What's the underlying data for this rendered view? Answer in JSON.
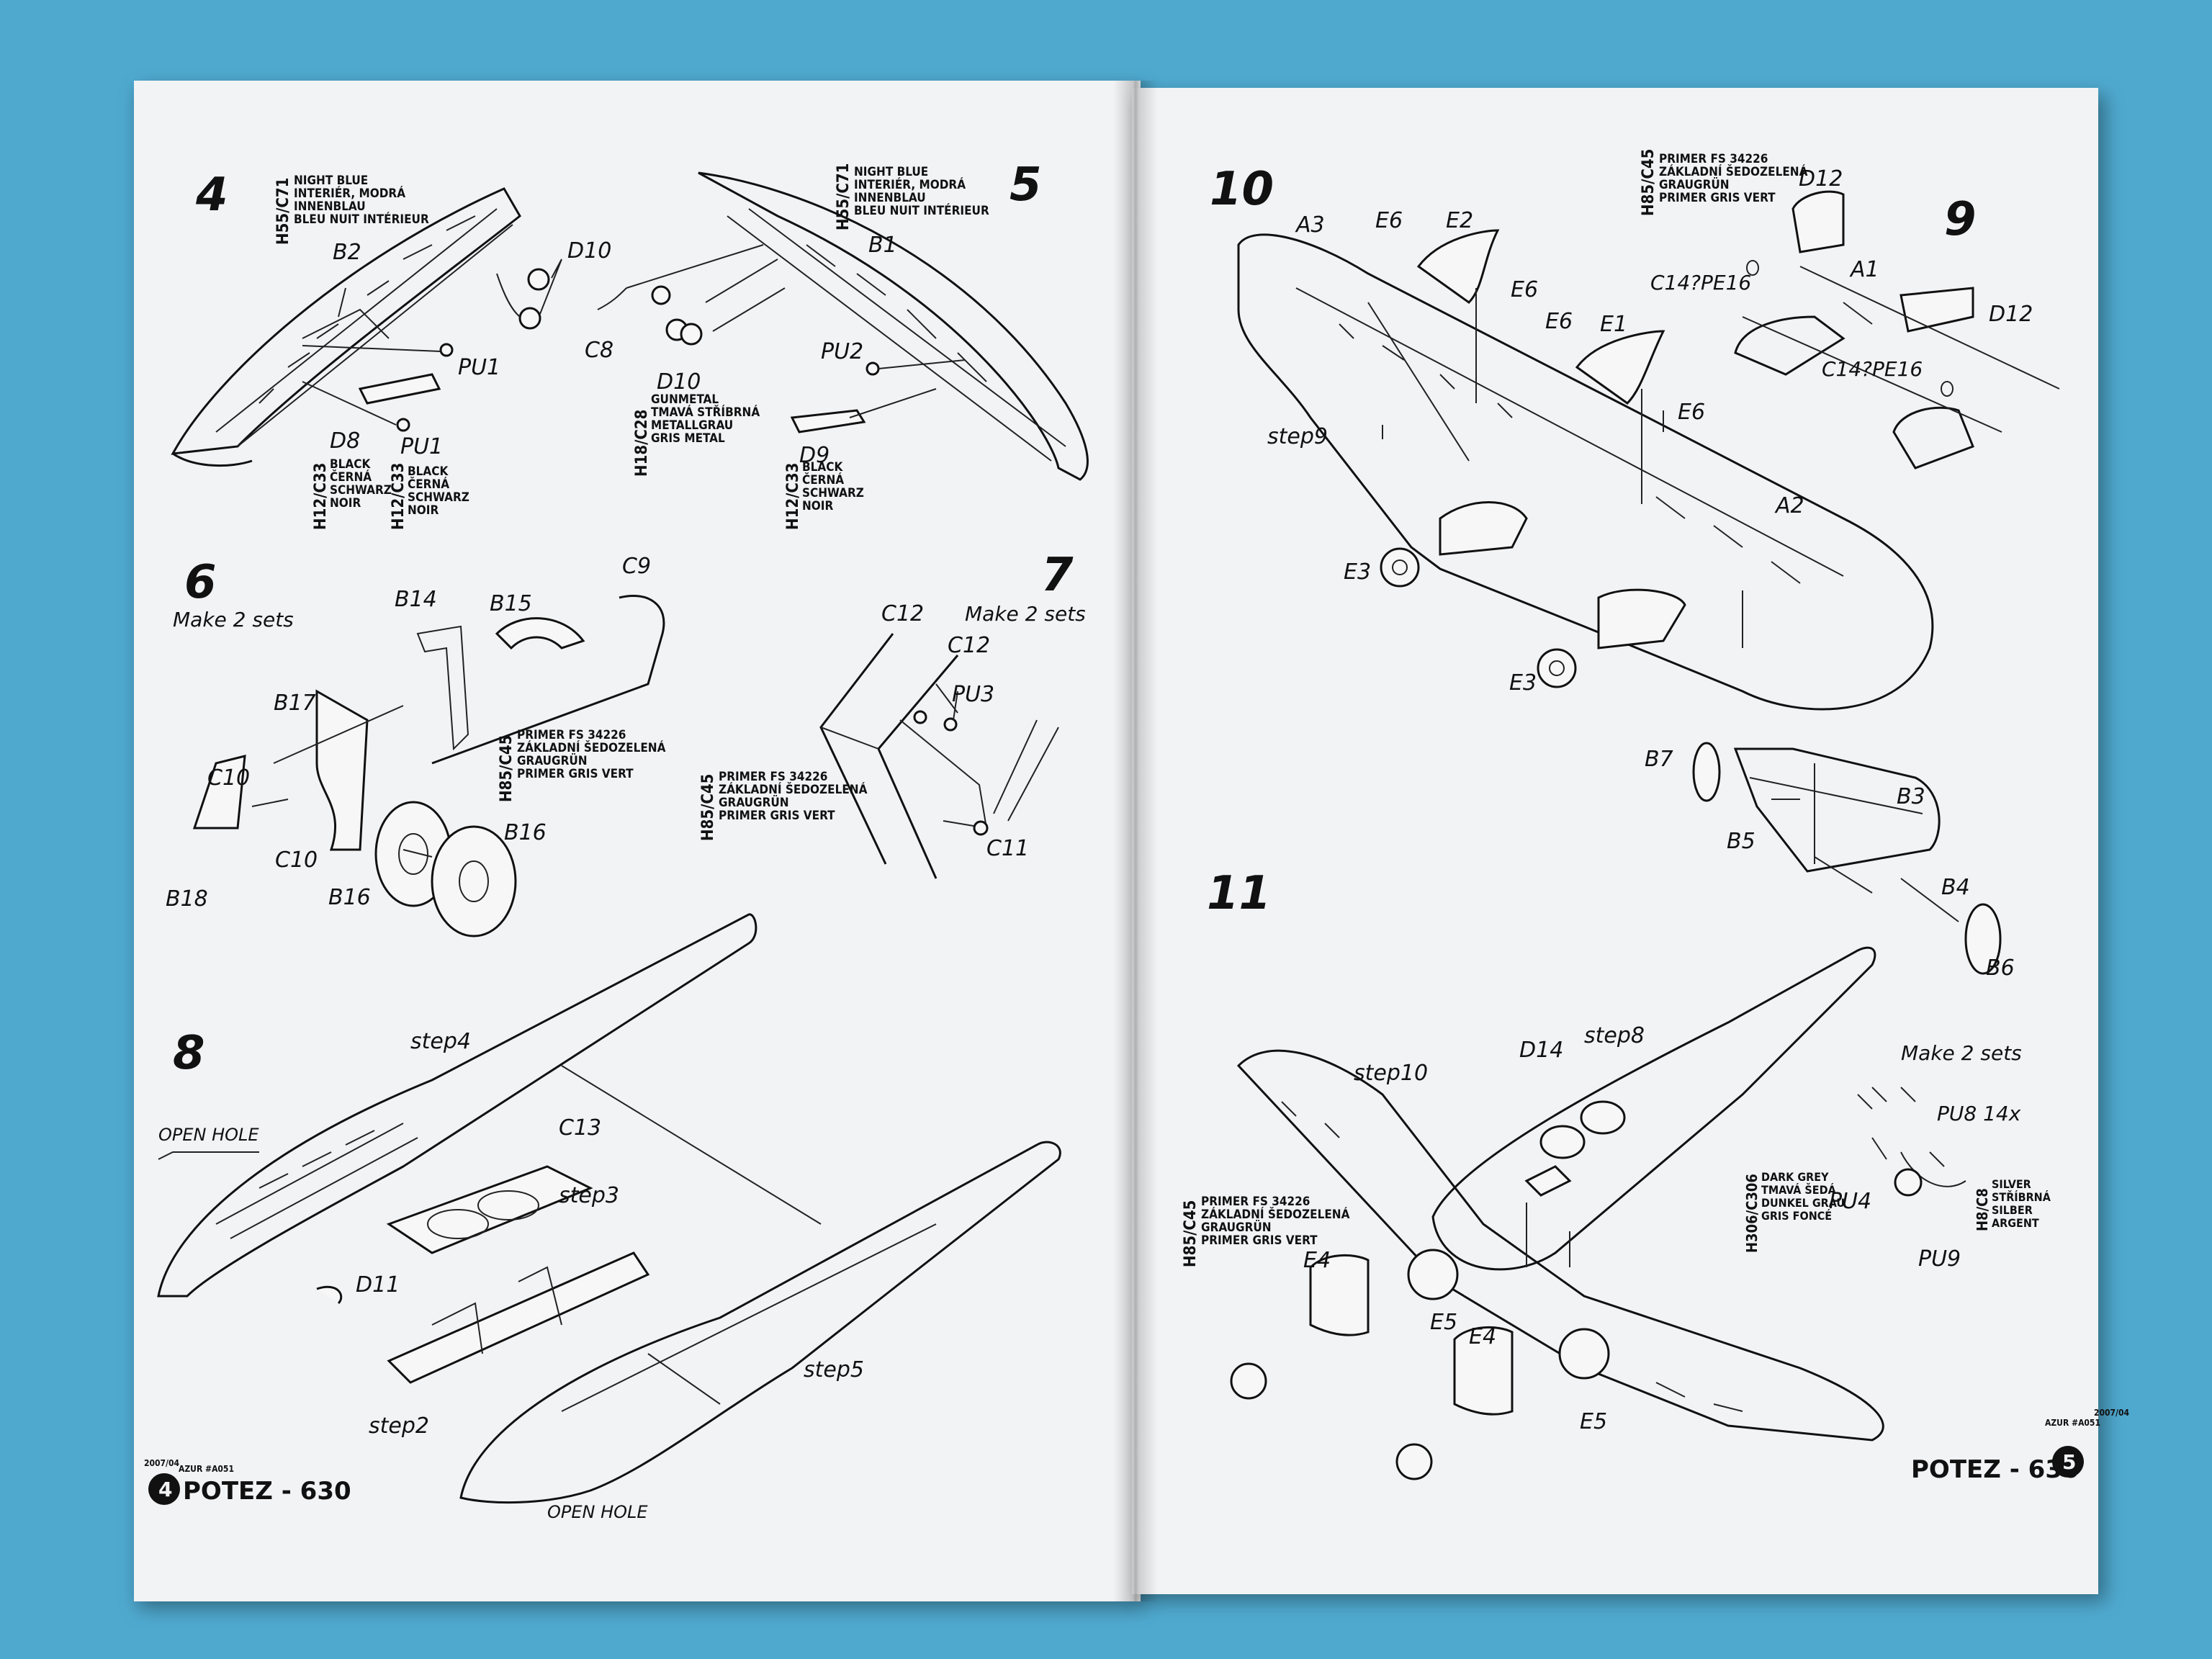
{
  "left_page": {
    "footer_number": "4",
    "footer_title": "POTEZ - 630",
    "footer_code": "AZUR #A051",
    "footer_date": "2007/04",
    "steps": [
      "4",
      "5",
      "6",
      "7",
      "8"
    ],
    "step6_note": "Make 2 sets",
    "step7_note": "Make 2 sets",
    "open_hole_1": "OPEN HOLE",
    "open_hole_2": "OPEN HOLE",
    "parts": {
      "b2": "B2",
      "b1": "B1",
      "d10a": "D10",
      "d10b": "D10",
      "c8": "C8",
      "pu1a": "PU1",
      "pu1b": "PU1",
      "d8": "D8",
      "d9": "D9",
      "pu2": "PU2",
      "c9": "C9",
      "b14": "B14",
      "b15": "B15",
      "b17": "B17",
      "c10a": "C10",
      "c10b": "C10",
      "b18": "B18",
      "b16a": "B16",
      "b16b": "B16",
      "c12a": "C12",
      "c12b": "C12",
      "pu3": "PU3",
      "c11": "C11",
      "c13": "C13",
      "d11": "D11",
      "step2": "step2",
      "step3": "step3",
      "step4": "step4",
      "step5": "step5"
    },
    "paint": {
      "h55_code": "H55/C71",
      "h55_lines": [
        "NIGHT BLUE",
        "INTERIÉR, MODRÁ",
        "INNENBLAU",
        "BLEU NUIT INTÉRIEUR"
      ],
      "h55b_code": "H55/C71",
      "h55b_lines": [
        "NIGHT BLUE",
        "INTERIÉR, MODRÁ",
        "INNENBLAU",
        "BLEU NUIT INTÉRIEUR"
      ],
      "h12a_code": "H12/C33",
      "h12_lines": [
        "BLACK",
        "ČERNÁ",
        "SCHWARZ",
        "NOIR"
      ],
      "h12b_code": "H12/C33",
      "h12c_code": "H12/C33",
      "h18_code": "H18/C28",
      "h18_lines": [
        "GUNMETAL",
        "TMAVÁ STŘÍBRNÁ",
        "METALLGRAU",
        "GRIS METAL"
      ],
      "h85a_code": "H85/C45",
      "h85_lines": [
        "PRIMER FS 34226",
        "ZÁKLADNÍ ŠEDOZELENÁ",
        "GRAUGRÜN",
        "PRIMER GRIS VERT"
      ],
      "h85b_code": "H85/C45"
    }
  },
  "right_page": {
    "footer_number": "5",
    "footer_title": "POTEZ - 630",
    "footer_code": "AZUR #A051",
    "footer_date": "2007/04",
    "steps": [
      "10",
      "9",
      "11"
    ],
    "make_sets": "Make 2 sets",
    "parts": {
      "a3": "A3",
      "e6a": "E6",
      "e2": "E2",
      "e6b": "E6",
      "e6c": "E6",
      "e1": "E1",
      "e6d": "E6",
      "a1": "A1",
      "d12a": "D12",
      "d12b": "D12",
      "c14a": "C14?PE16",
      "c14b": "C14?PE16",
      "a2": "A2",
      "e3a": "E3",
      "e3b": "E3",
      "step9": "step9",
      "b7": "B7",
      "b3": "B3",
      "b5": "B5",
      "b4": "B4",
      "b6": "B6",
      "d14": "D14",
      "step8": "step8",
      "step10": "step10",
      "e4a": "E4",
      "e5a": "E5",
      "e4b": "E4",
      "e5b": "E5",
      "pu8": "PU8 14x",
      "pu4": "PU4",
      "pu9": "PU9"
    },
    "paint": {
      "h85_top_code": "H85/C45",
      "h85_lines": [
        "PRIMER FS 34226",
        "ZÁKLADNÍ ŠEDOZELENÁ",
        "GRAUGRÜN",
        "PRIMER GRIS VERT"
      ],
      "h85_bot_code": "H85/C45",
      "h306_code": "H306/C306",
      "h306_lines": [
        "DARK GREY",
        "TMAVÁ ŠEDÁ",
        "DUNKEL GRAU",
        "GRIS FONCÉ"
      ],
      "h8_code": "H8/C8",
      "h8_lines": [
        "SILVER",
        "STŘÍBRNÁ",
        "SILBER",
        "ARGENT"
      ]
    }
  }
}
